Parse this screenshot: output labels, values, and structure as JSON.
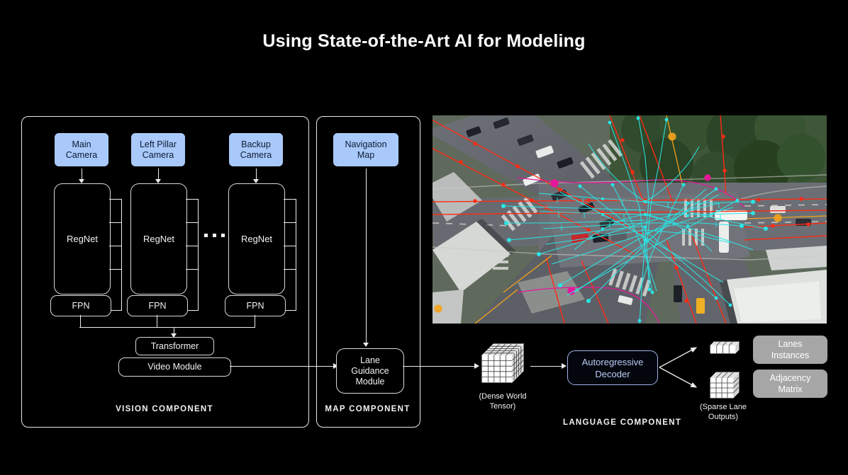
{
  "title": "Using State-of-the-Art AI for Modeling",
  "vision": {
    "component_label": "VISION COMPONENT",
    "cameras": [
      {
        "label": "Main\nCamera",
        "name": "main-camera"
      },
      {
        "label": "Left Pillar\nCamera",
        "name": "left-pillar-camera"
      },
      {
        "label": "Backup\nCamera",
        "name": "backup-camera"
      }
    ],
    "backbone_label": "RegNet",
    "neck_label": "FPN",
    "ellipsis": "• • •",
    "transformer_label": "Transformer",
    "video_module_label": "Video Module"
  },
  "map": {
    "component_label": "MAP COMPONENT",
    "navigation_map_label": "Navigation\nMap",
    "lane_guidance_label": "Lane\nGuidance\nModule"
  },
  "language": {
    "component_label": "LANGUAGE COMPONENT",
    "dense_tensor_caption": "(Dense World\nTensor)",
    "decoder_label": "Autoregressive\nDecoder",
    "sparse_outputs_caption": "(Sparse Lane\nOutputs)",
    "outputs": [
      {
        "label": "Lanes\nInstances",
        "name": "lanes-instances"
      },
      {
        "label": "Adjacency\nMatrix",
        "name": "adjacency-matrix"
      }
    ]
  },
  "map_image": {
    "description": "Aerial satellite view of a multi-way urban intersection with overlaid lane graph",
    "overlay_colors": {
      "lane_graph": "#29e6e6",
      "road_centerline": "#ff2a14",
      "secondary_lane": "#f4a31a",
      "tertiary_lane": "#e5189b"
    }
  },
  "colors": {
    "background": "#000000",
    "source_box": "#a9c9fb",
    "source_text": "#0d1b33",
    "outline": "#d8d8d8",
    "decoder_border": "#9fb6e8",
    "decoder_text": "#b9cdf5",
    "output_box": "#a6a6a6",
    "text": "#ffffff"
  }
}
